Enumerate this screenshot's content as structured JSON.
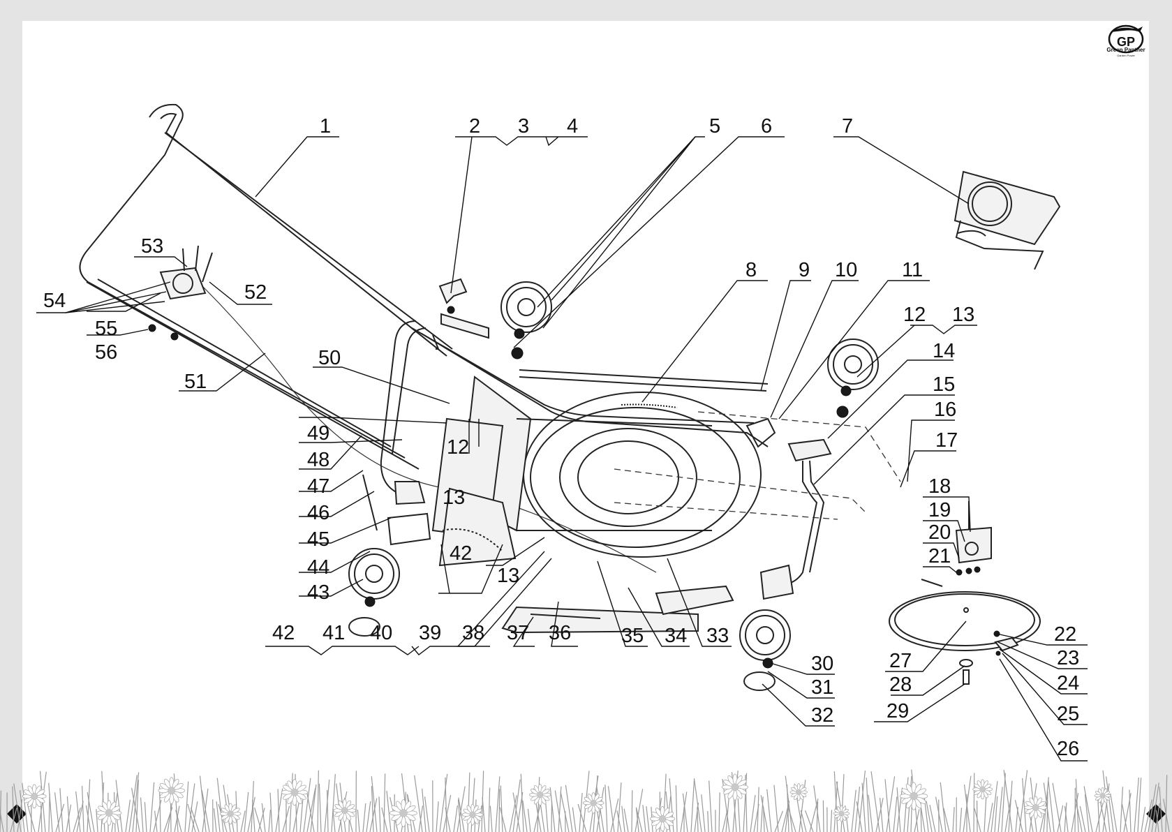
{
  "brand": {
    "logo_initials": "GP",
    "logo_name": "Green Panther",
    "logo_tagline": "Garden Power",
    "accent_color": "#1a1a1a"
  },
  "diagram": {
    "part_labels": [
      "1",
      "2",
      "3",
      "4",
      "5",
      "6",
      "7",
      "8",
      "9",
      "10",
      "11",
      "12",
      "13",
      "14",
      "15",
      "16",
      "17",
      "18",
      "19",
      "20",
      "21",
      "22",
      "23",
      "24",
      "25",
      "26",
      "27",
      "28",
      "29",
      "30",
      "31",
      "32",
      "33",
      "34",
      "35",
      "36",
      "37",
      "38",
      "39",
      "40",
      "41",
      "42",
      "43",
      "44",
      "45",
      "46",
      "47",
      "48",
      "49",
      "50",
      "51",
      "52",
      "53",
      "54",
      "55",
      "56"
    ],
    "extra_labels": {
      "deck_12": "12",
      "deck_13": "13",
      "rear_42": "42",
      "rear_13": "13"
    }
  },
  "decorations": {
    "corner_marker": "diamond-icon",
    "footer": "flowers-grass-border"
  }
}
